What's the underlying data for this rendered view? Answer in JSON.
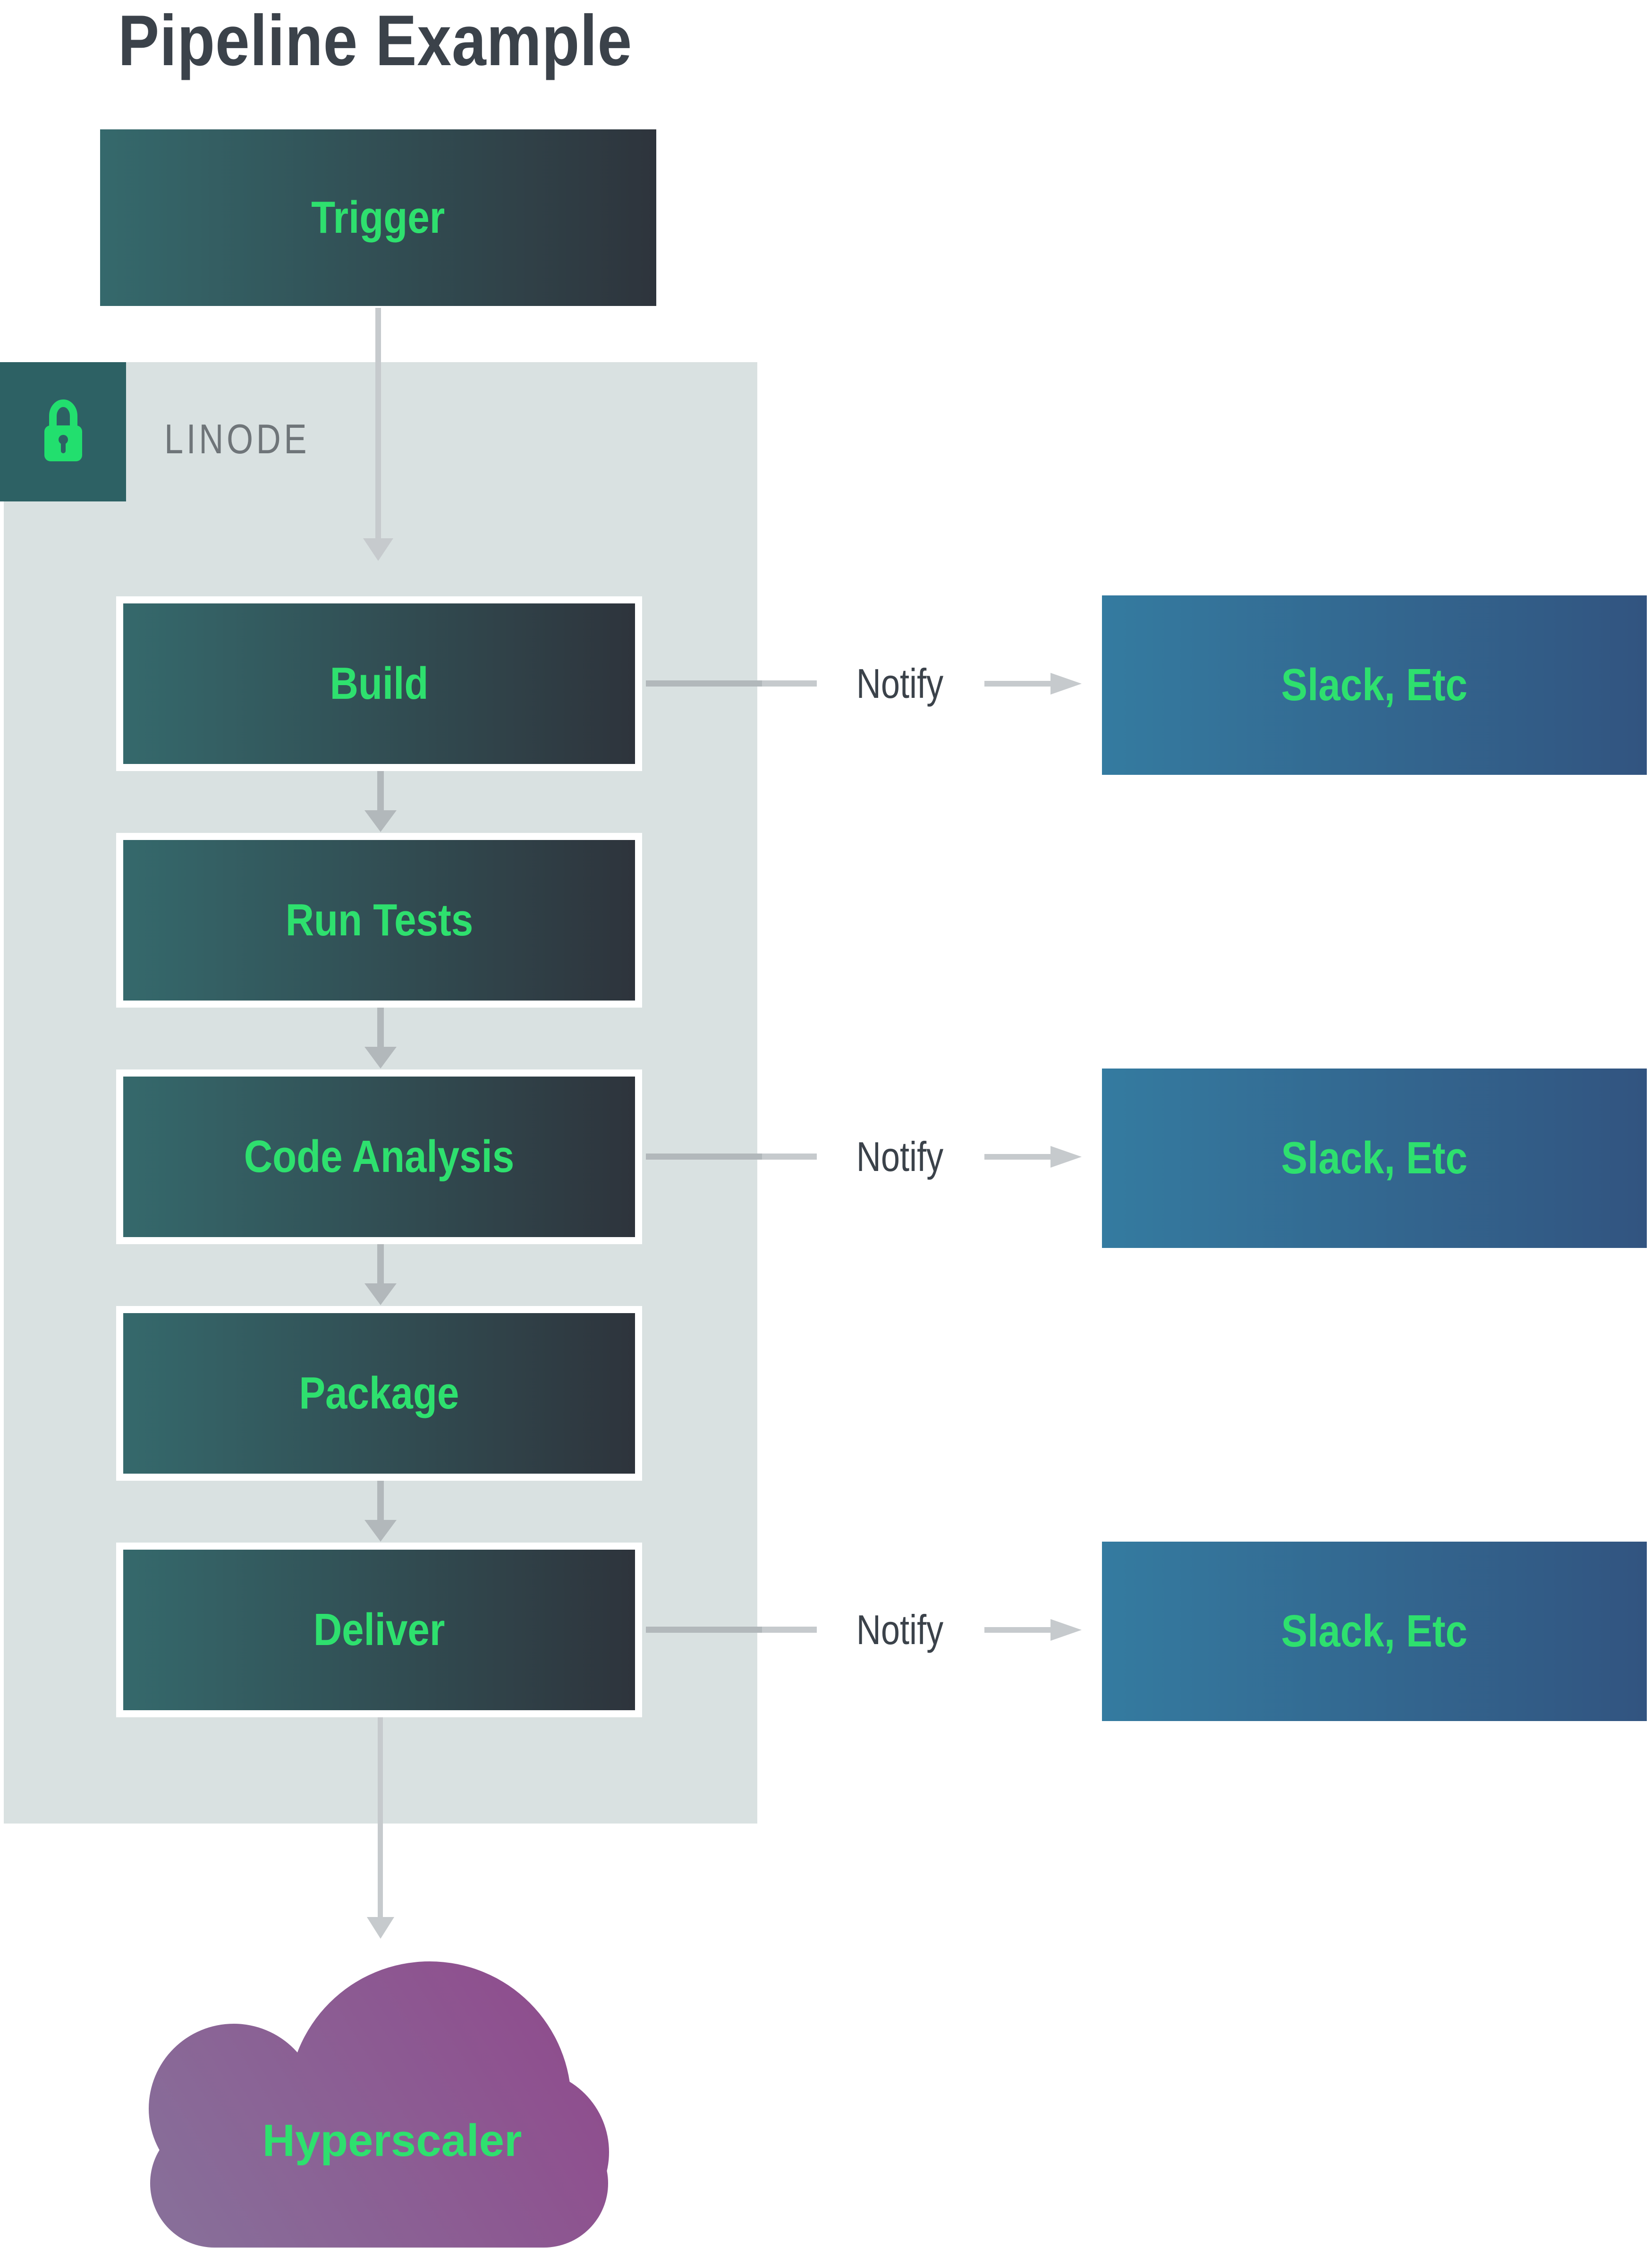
{
  "title": "Pipeline Example",
  "provider": {
    "name": "LINODE",
    "badge_icon": "lock-icon"
  },
  "trigger": {
    "label": "Trigger"
  },
  "pipeline": {
    "stages": [
      {
        "label": "Build",
        "notifies": true
      },
      {
        "label": "Run Tests",
        "notifies": false
      },
      {
        "label": "Code Analysis",
        "notifies": true
      },
      {
        "label": "Package",
        "notifies": false
      },
      {
        "label": "Deliver",
        "notifies": true
      }
    ],
    "notify_label": "Notify",
    "notify_target_label": "Slack, Etc"
  },
  "destination": {
    "label": "Hyperscaler",
    "shape": "cloud"
  },
  "colors": {
    "title_text": "#3b424a",
    "stage_gradient_start": "#35696c",
    "stage_gradient_end": "#2e343c",
    "label_green": "#2ee06e",
    "container_bg": "#d9e1e1",
    "lock_badge_bg": "#2d6164",
    "lock_glyph_green": "#22df6e",
    "provider_text": "#6f7579",
    "notify_text": "#3b424a",
    "connector_gray": "#b2b8bb",
    "arrow_gray": "#c6cacd",
    "slack_gradient_start": "#347ba0",
    "slack_gradient_end": "#325480",
    "cloud_gradient_start": "#87719a",
    "cloud_gradient_end": "#90488c"
  }
}
